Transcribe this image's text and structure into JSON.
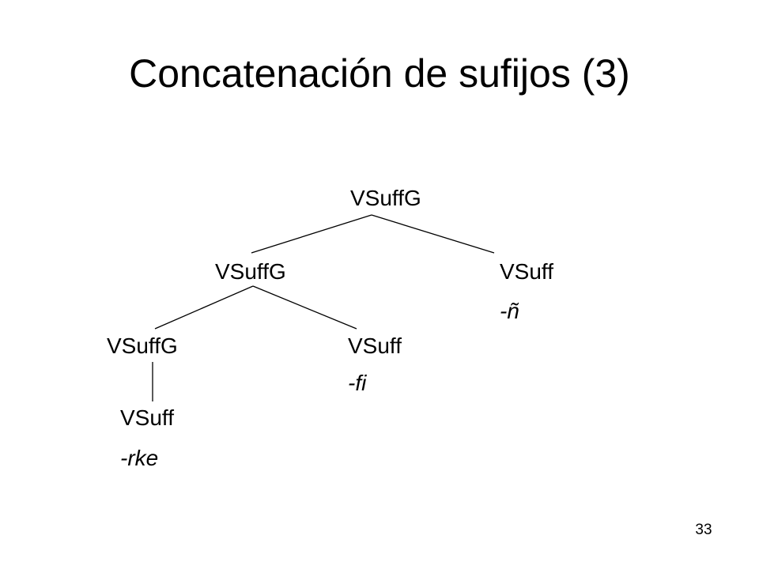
{
  "slide": {
    "title": "Concatenación de sufijos (3)",
    "page_number": "33"
  },
  "tree": {
    "root": {
      "label": "VSuffG"
    },
    "mid_left": {
      "label": "VSuffG"
    },
    "mid_right": {
      "label": "VSuff",
      "morpheme": "-ñ"
    },
    "low_left": {
      "label": "VSuffG"
    },
    "low_right": {
      "label": "VSuff",
      "morpheme": "-fi"
    },
    "leaf": {
      "label": "VSuff",
      "morpheme": "-rke"
    }
  },
  "colors": {
    "text": "#000000",
    "line": "#000000",
    "background": "#ffffff"
  }
}
